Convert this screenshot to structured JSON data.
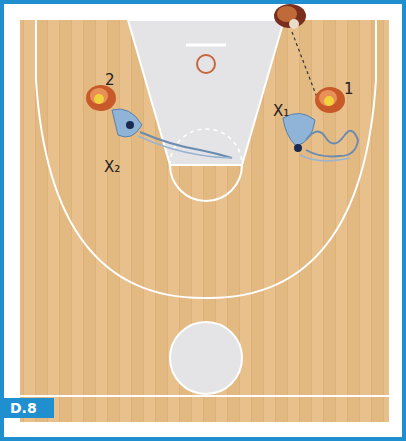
{
  "diagram": {
    "labels": [
      "2",
      "X₂",
      "X₁",
      "1",
      "D.8"
    ]
  }
}
